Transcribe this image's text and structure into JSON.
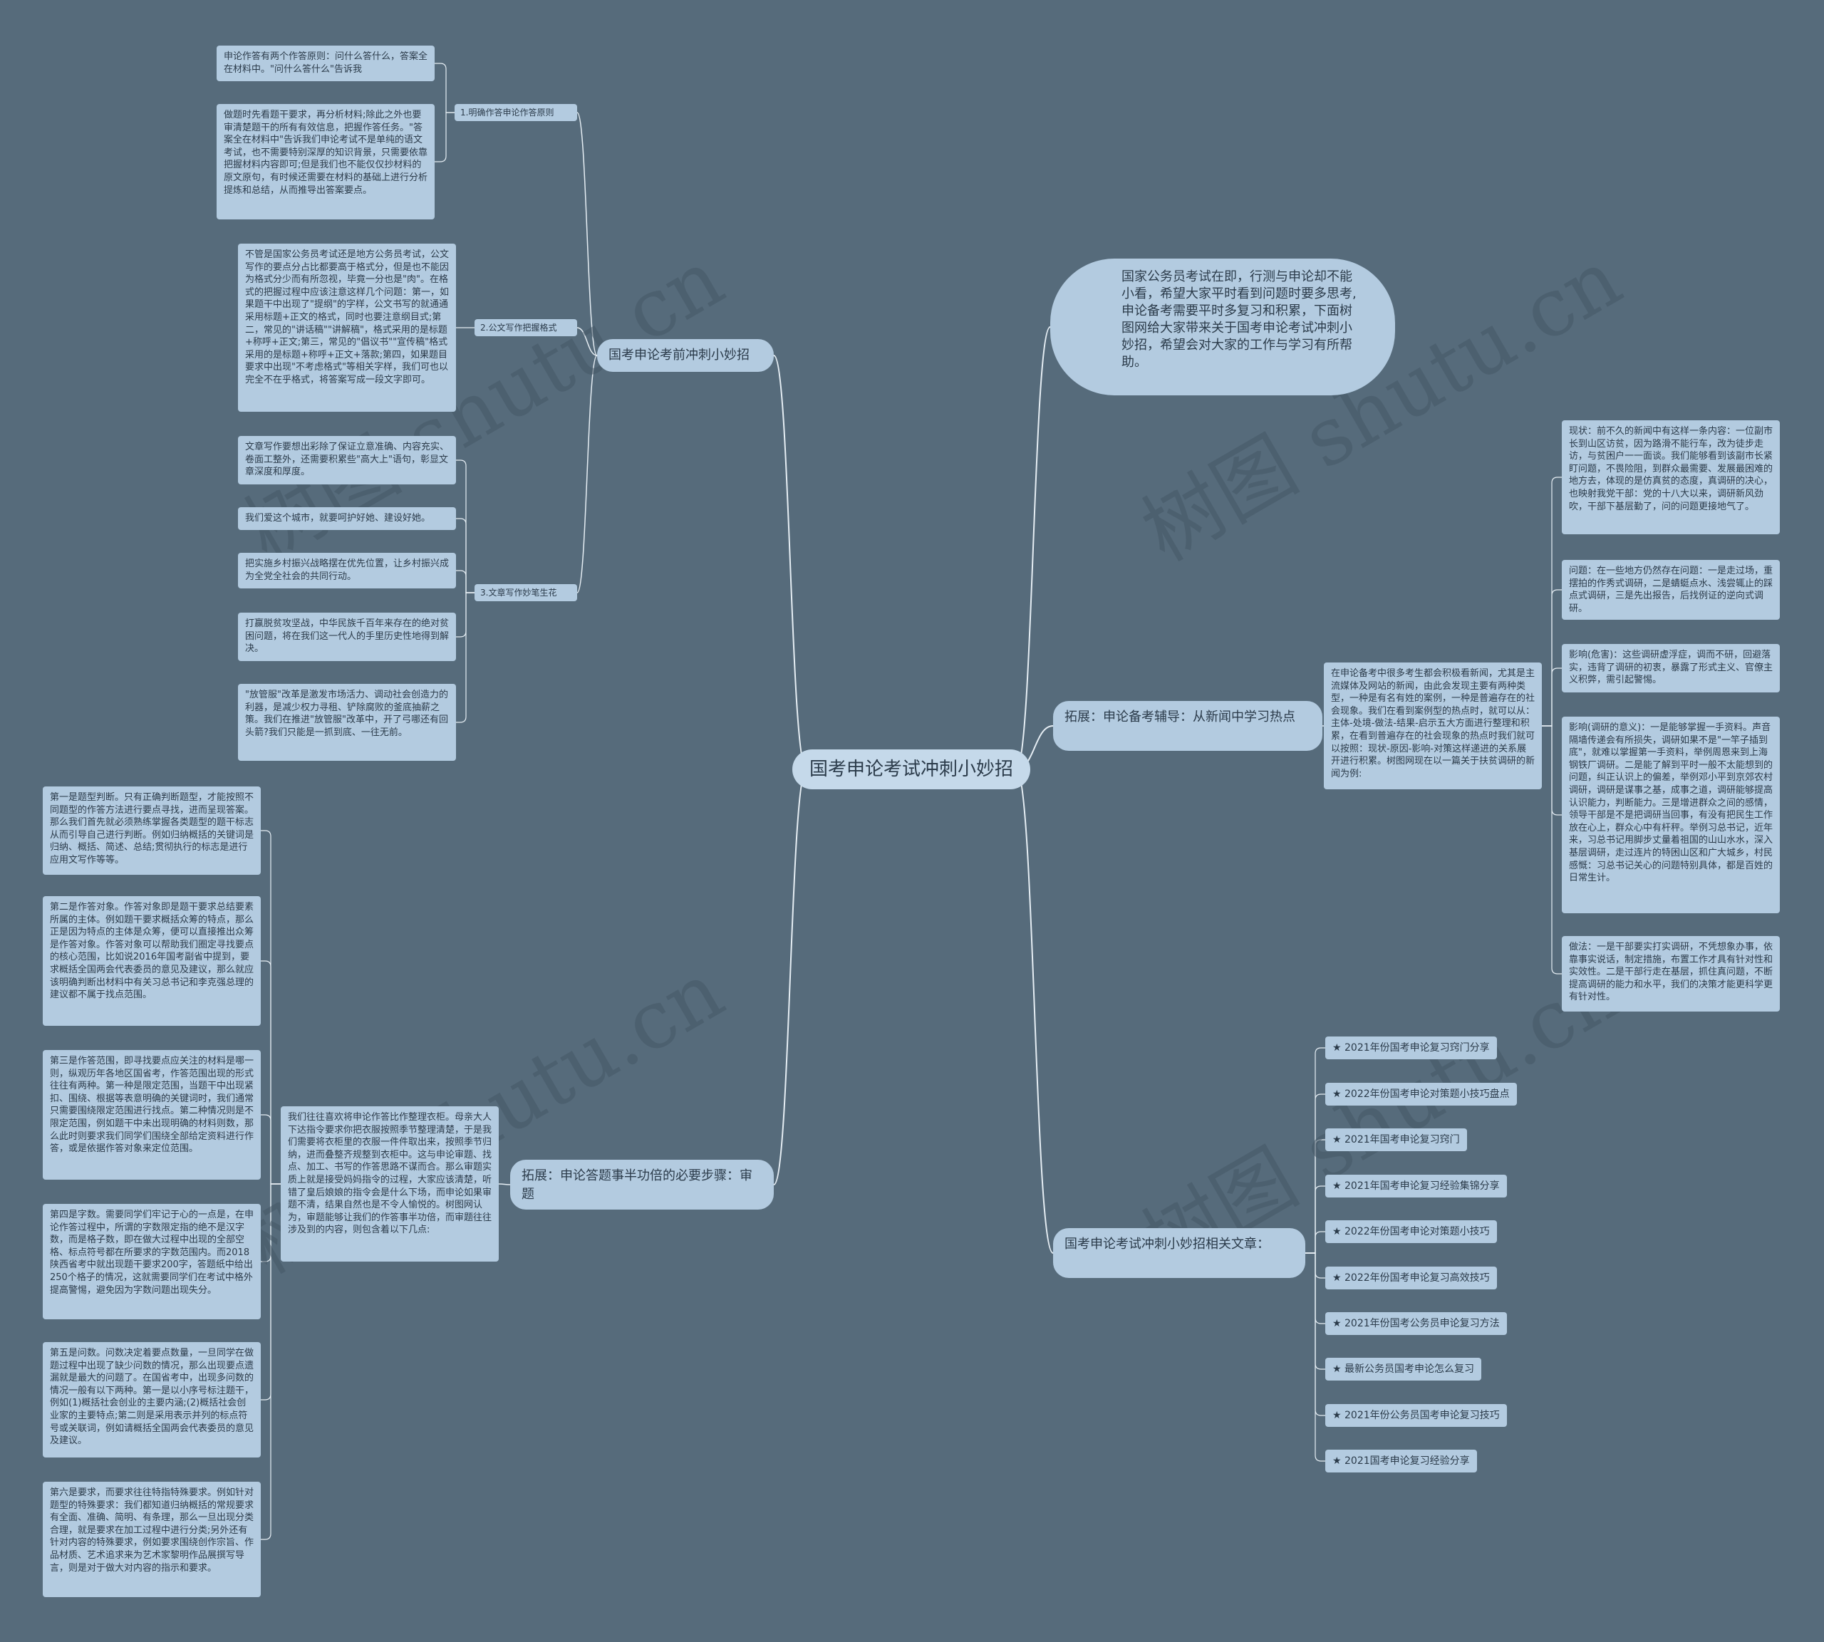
{
  "center": "国考申论考试冲刺小妙招",
  "intro": "国家公务员考试在即，行测与申论却不能小看，希望大家平时看到问题时要多思考,申论备考需要平时多复习和积累，下面树图网给大家带来关于国考申论考试冲刺小妙招，希望会对大家的工作与学习有所帮助。",
  "branch1": {
    "title": "国考申论考前冲刺小妙招",
    "subs": [
      {
        "label": "1.明确作答申论作答原则",
        "leaves": [
          "申论作答有两个作答原则：问什么答什么，答案全在材料中。\"问什么答什么\"告诉我",
          "做题时先看题干要求，再分析材料;除此之外也要审清楚题干的所有有效信息，把握作答任务。\"答案全在材料中\"告诉我们申论考试不是单纯的语文考试，也不需要特别深厚的知识背景，只需要依靠把握材料内容即可;但是我们也不能仅仅抄材料的原文原句，有时候还需要在材料的基础上进行分析提炼和总结，从而推导出答案要点。"
        ]
      },
      {
        "label": "2.公文写作把握格式",
        "leaves": [
          "不管是国家公务员考试还是地方公务员考试，公文写作的要点分占比都要高于格式分，但是也不能因为格式分少而有所忽视，毕竟一分也是\"肉\"。在格式的把握过程中应该注意这样几个问题：第一，如果题干中出现了\"提纲\"的字样，公文书写的就通通采用标题+正文的格式，同时也要注意纲目式;第二，常见的\"讲话稿\"\"讲解稿\"，格式采用的是标题+称呼+正文;第三，常见的\"倡议书\"\"宣传稿\"格式采用的是标题+称呼+正文+落款;第四，如果题目要求中出现\"不考虑格式\"等相关字样，我们可也以完全不在乎格式，将答案写成一段文字即可。"
        ]
      },
      {
        "label": "3.文章写作妙笔生花",
        "leaves": [
          "文章写作要想出彩除了保证立意准确、内容充实、卷面工整外，还需要积累些\"高大上\"语句，彰显文章深度和厚度。",
          "我们爱这个城市，就要呵护好她、建设好她。",
          "把实施乡村振兴战略摆在优先位置，让乡村振兴成为全党全社会的共同行动。",
          "打赢脱贫攻坚战，中华民族千百年来存在的绝对贫困问题，将在我们这一代人的手里历史性地得到解决。",
          "\"放管服\"改革是激发市场活力、调动社会创造力的利器，是减少权力寻租、铲除腐败的釜底抽薪之策。我们在推进\"放管服\"改革中，开了弓哪还有回头箭?我们只能是一抓到底、一往无前。"
        ]
      }
    ]
  },
  "branch2": {
    "title": "拓展：申论答题事半功倍的必要步骤：审题",
    "label": "我们往往喜欢将申论作答比作整理衣柜。母亲大人下达指令要求你把衣服按照季节整理清楚，于是我们需要将衣柜里的衣服一件件取出来，按照季节归纳，进而叠整齐规整到衣柜中。这与申论审题、找点、加工、书写的作答思路不谋而合。那么审题实质上就是接受妈妈指令的过程，大家应该清楚，听错了皇后娘娘的指令会是什么下场，而申论如果审题不清，结果自然也是不令人愉悦的。树图网认为，审题能够让我们的作答事半功倍，而审题往往涉及到的内容，则包含着以下几点:",
    "leaves": [
      "第一是题型判断。只有正确判断题型，才能按照不同题型的作答方法进行要点寻找，进而呈现答案。那么我们首先就必须熟练掌握各类题型的题干标志从而引导自己进行判断。例如归纳概括的关键词是归纳、概括、简述、总结;贯彻执行的标志是进行应用文写作等等。",
      "第二是作答对象。作答对象即是题干要求总结要素所属的主体。例如题干要求概括众筹的特点，那么正是因为特点的主体是众筹，便可以直接推出众筹是作答对象。作答对象可以帮助我们圈定寻找要点的核心范围，比如说2016年国考副省中提到，要求概括全国两会代表委员的意见及建议，那么就应该明确判断出材料中有关习总书记和李克强总理的建议都不属于找点范围。",
      "第三是作答范围，即寻找要点应关注的材料是哪一则，纵观历年各地区国省考，作答范围出现的形式往往有两种。第一种是限定范围，当题干中出现紧扣、围绕、根据等表意明确的关键词时，我们通常只需要围绕限定范围进行找点。第二种情况则是不限定范围，例如题干中未出现明确的材料则数，那么此时则要求我们同学们围绕全部给定资料进行作答，或是依据作答对象来定位范围。",
      "第四是字数。需要同学们牢记于心的一点是，在申论作答过程中，所谓的字数限定指的绝不是汉字数，而是格子数，即在做大过程中出现的全部空格、标点符号都在所要求的字数范围内。而2018陕西省考中就出现题干要求200字，答题纸中给出250个格子的情况，这就需要同学们在考试中格外提高警惕，避免因为字数问题出现失分。",
      "第五是问数。问数决定着要点数量，一旦同学在做题过程中出现了缺少问数的情况，那么出现要点遗漏就是最大的问题了。在国省考中，出现多问数的情况一般有以下两种。第一是以小序号标注题干，例如(1)概括社会创业的主要内涵;(2)概括社会创业家的主要特点;第二则是采用表示并列的标点符号或关联词，例如请概括全国两会代表委员的意见及建议。",
      "第六是要求，而要求往往特指特殊要求。例如针对题型的特殊要求：我们都知道归纳概括的常规要求有全面、准确、简明、有条理，那么一旦出现分类合理，就是要求在加工过程中进行分类;另外还有针对内容的特殊要求，例如要求围绕创作宗旨、作品材质、艺术追求来为艺术家黎明作品展撰写导言，则是对于做大对内容的指示和要求。"
    ]
  },
  "branch3": {
    "title": "拓展：申论备考辅导：从新闻中学习热点",
    "label": "在申论备考中很多考生都会积极看新闻，尤其是主流媒体及网站的新闻，由此会发现主要有两种类型，一种是有名有姓的案例，一种是普遍存在的社会现象。我们在看到案例型的热点时，就可以从：主体-处境-做法-结果-启示五大方面进行整理和积累，在看到普遍存在的社会现象的热点时我们就可以按照：现状-原因-影响-对策这样递进的关系展开进行积累。树图网现在以一篇关于扶贫调研的新闻为例:",
    "leaves": [
      "现状：前不久的新闻中有这样一条内容：一位副市长到山区访贫，因为路滑不能行车，改为徒步走访，与贫困户一一面谈。我们能够看到该副市长紧盯问题，不畏险阻，到群众最需要、发展最困难的地方去，体现的是仿真贫的态度，真调研的决心，也映射我党干部：党的十八大以来，调研新风劲吹，干部下基层勤了，问的问题更接地气了。",
      "问题：在一些地方仍然存在问题：一是走过场，重摆拍的作秀式调研，二是蜻蜓点水、浅尝辄止的踩点式调研，三是先出报告，后找例证的逆向式调研。",
      "影响(危害)：这些调研虚浮症，调而不研，回避落实，违背了调研的初衷，暴露了形式主义、官僚主义积弊，需引起警惕。",
      "影响(调研的意义)：一是能够掌握一手资料。声音隔墙传递会有所损失，调研如果不是\"一竿子插到底\"，就难以掌握第一手资料，举例周恩来到上海钢铁厂调研。二是能了解到平时一般不太能想到的问题，纠正认识上的偏差，举例邓小平到京郊农村调研，调研是谋事之基，成事之道，调研能够提高认识能力，判断能力。三是增进群众之间的感情，领导干部是不是把调研当回事，有没有把民生工作放在心上，群众心中有杆秤。举例习总书记，近年来，习总书记用脚步丈量着祖国的山山水水，深入基层调研，走过连片的特困山区和广大城乡，村民感慨：习总书记关心的问题特别具体，都是百姓的日常生计。",
      "做法：一是干部要实打实调研，不凭想象办事，依靠事实说话，制定措施，布置工作才具有针对性和实效性。二是干部行走在基层，抓住真问题，不断提高调研的能力和水平，我们的决策才能更科学更有针对性。"
    ]
  },
  "branch4": {
    "title": "国考申论考试冲刺小妙招相关文章：",
    "articles": [
      "★ 2021年份国考申论复习窍门分享",
      "★ 2022年份国考申论对策题小技巧盘点",
      "★ 2021年国考申论复习窍门",
      "★ 2021年国考申论复习经验集锦分享",
      "★ 2022年份国考申论对策题小技巧",
      "★ 2022年份国考申论复习高效技巧",
      "★ 2021年份国考公务员申论复习方法",
      "★ 最新公务员国考申论怎么复习",
      "★ 2021年份公务员国考申论复习技巧",
      "★ 2021国考申论复习经验分享"
    ]
  },
  "watermark": "树图 shutu.cn",
  "colors": {
    "background": "#566b7b",
    "node": "#b3cbe0",
    "line": "#e6eef4"
  }
}
